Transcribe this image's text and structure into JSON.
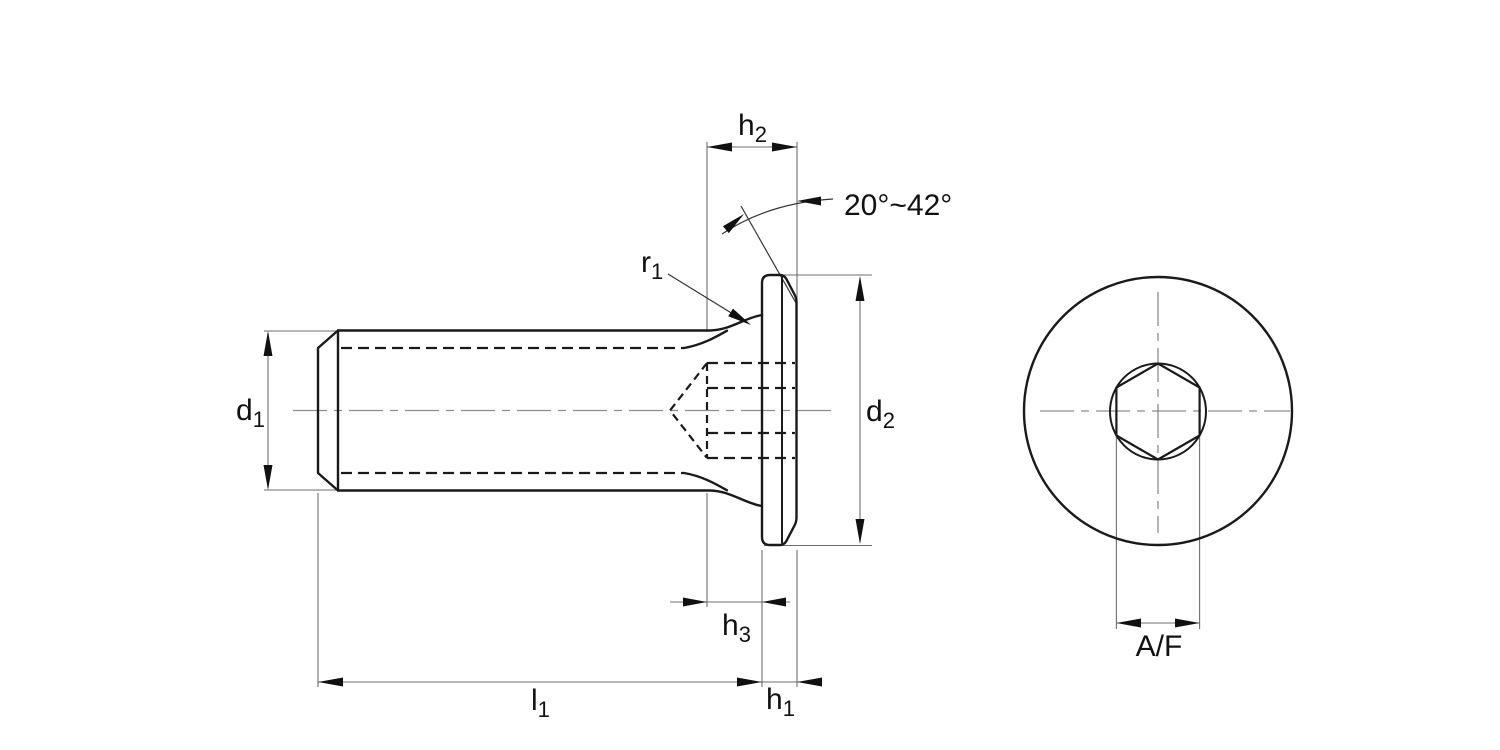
{
  "drawing": {
    "description": "Engineering drawing of flat-head sleeve nut: side section view and end view with hex socket",
    "labels": {
      "d1": {
        "base": "d",
        "sub": "1"
      },
      "d2": {
        "base": "d",
        "sub": "2"
      },
      "h1": {
        "base": "h",
        "sub": "1"
      },
      "h2": {
        "base": "h",
        "sub": "2"
      },
      "h3": {
        "base": "h",
        "sub": "3"
      },
      "l1": {
        "base": "l",
        "sub": "1"
      },
      "r1": {
        "base": "r",
        "sub": "1"
      },
      "chamfer_angle": "20°~42°",
      "across_flats": "A/F"
    },
    "colors": {
      "background": "#ffffff",
      "outline": "#1a1a1a",
      "hidden_line": "#1a1a1a",
      "dimension": "#6e6e6e",
      "centerline": "#8c8c8c",
      "leader": "#333333",
      "arrow": "#111111",
      "text": "#111111"
    }
  }
}
